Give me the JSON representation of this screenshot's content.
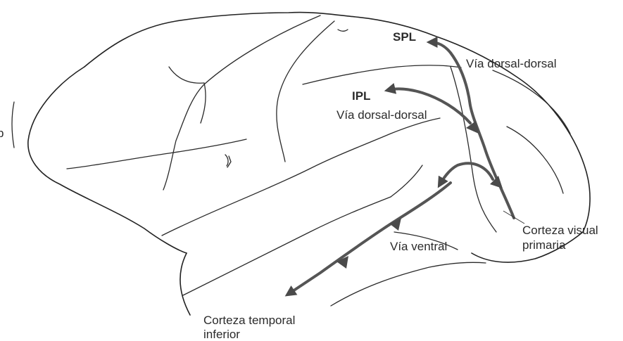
{
  "labels": {
    "spl": "SPL",
    "ipl": "IPL",
    "dorsal_dorsal_upper": "Vía dorsal-dorsal",
    "dorsal_dorsal_lower": "Vía dorsal-dorsal",
    "primary_visual_line1": "Corteza visual",
    "primary_visual_line2": "primaria",
    "ventral": "Vía ventral",
    "inferior_temporal_line1": "Corteza temporal",
    "inferior_temporal_line2": "inferior",
    "margin_letter": "b"
  },
  "colors": {
    "pathway": "#555555",
    "outline": "#222222"
  }
}
